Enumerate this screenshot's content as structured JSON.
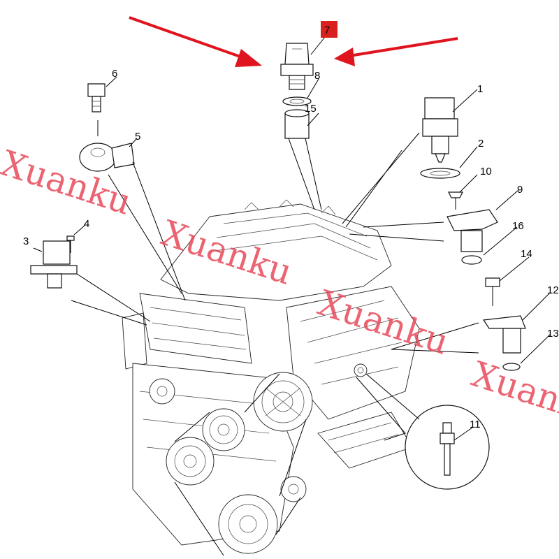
{
  "diagram": {
    "callouts": [
      "1",
      "2",
      "3",
      "4",
      "5",
      "6",
      "7",
      "8",
      "9",
      "10",
      "11",
      "12",
      "13",
      "14",
      "15",
      "16"
    ],
    "highlighted_callout": "7",
    "highlight_color": "#d9201f",
    "arrow_color": "#e0141e",
    "watermark_text": "Xuanku",
    "watermark_color": "#e8495a"
  }
}
